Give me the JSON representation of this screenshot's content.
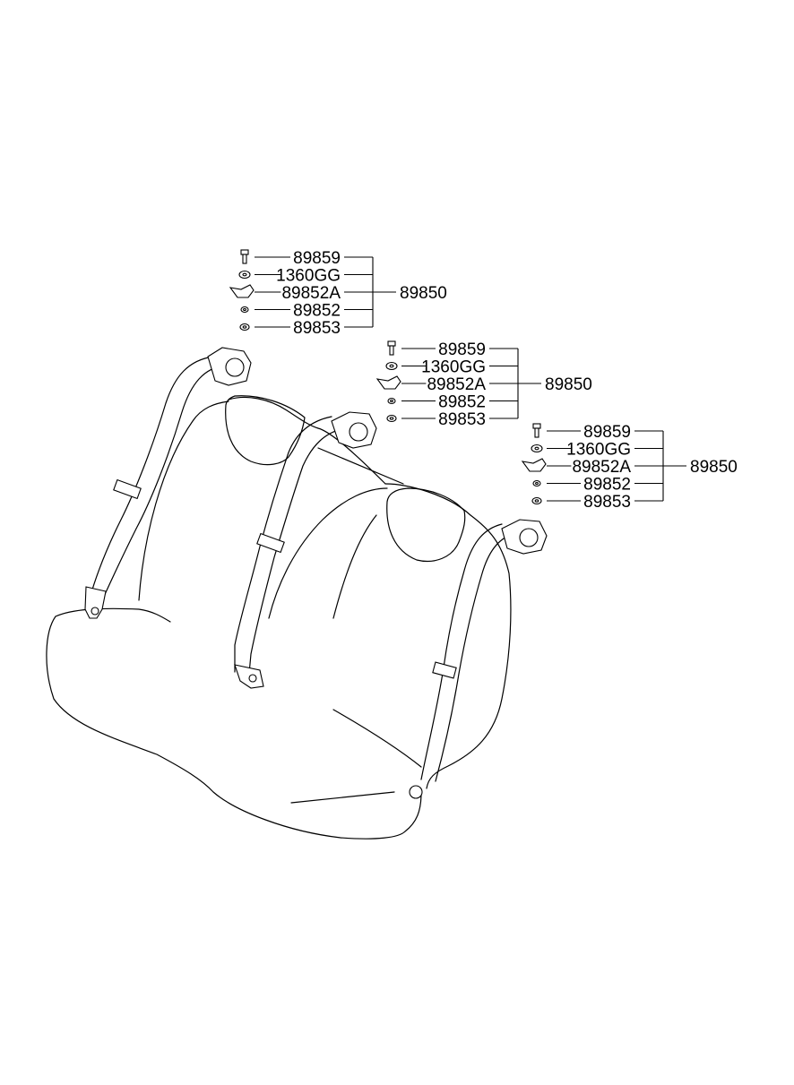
{
  "assemblies": [
    {
      "id": "left",
      "group_label": "89850",
      "parts": [
        "89859",
        "1360GG",
        "89852A",
        "89852",
        "89853"
      ]
    },
    {
      "id": "center",
      "group_label": "89850",
      "parts": [
        "89859",
        "1360GG",
        "89852A",
        "89852",
        "89853"
      ]
    },
    {
      "id": "right",
      "group_label": "89850",
      "parts": [
        "89859",
        "1360GG",
        "89852A",
        "89852",
        "89853"
      ]
    }
  ]
}
